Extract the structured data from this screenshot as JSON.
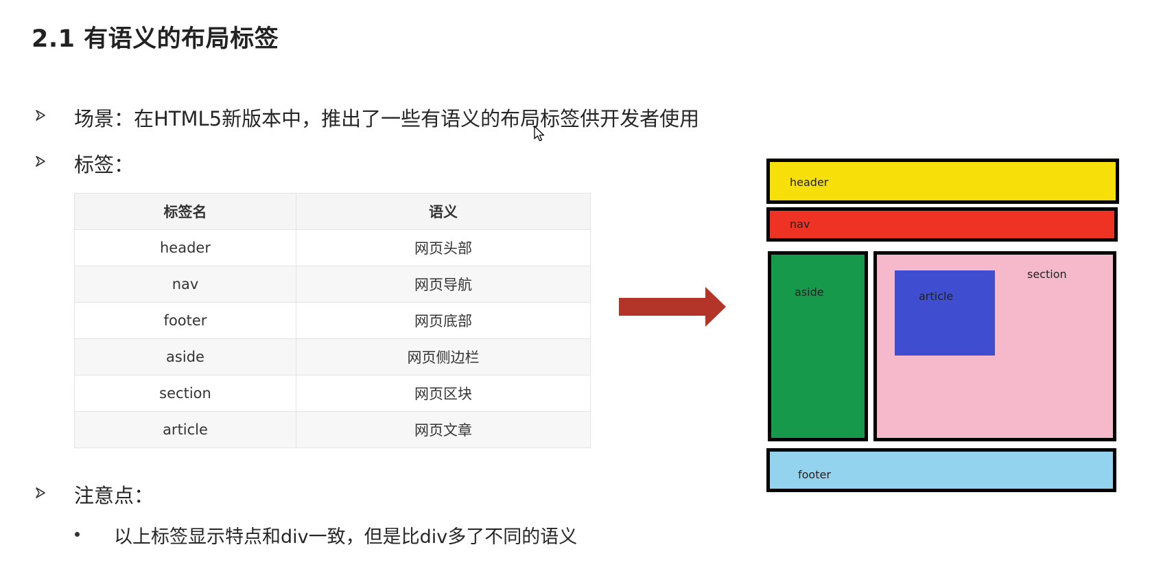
{
  "title": "2.1 有语义的布局标签",
  "bullets": {
    "scene": "场景：在HTML5新版本中，推出了一些有语义的布局标签供开发者使用",
    "tags": "标签：",
    "notes": "注意点：",
    "note_item": "以上标签显示特点和div一致，但是比div多了不同的语义"
  },
  "table": {
    "headers": [
      "标签名",
      "语义"
    ],
    "rows": [
      [
        "header",
        "网页头部"
      ],
      [
        "nav",
        "网页导航"
      ],
      [
        "footer",
        "网页底部"
      ],
      [
        "aside",
        "网页侧边栏"
      ],
      [
        "section",
        "网页区块"
      ],
      [
        "article",
        "网页文章"
      ]
    ]
  },
  "diagram": {
    "header": "header",
    "nav": "nav",
    "aside": "aside",
    "section": "section",
    "article": "article",
    "footer": "footer"
  },
  "colors": {
    "header": "#f7e00a",
    "nav": "#ee3224",
    "aside": "#16994a",
    "section": "#f6b8cb",
    "article": "#3f4ed1",
    "footer": "#94d3ee",
    "arrow": "#b33429"
  },
  "icons": {
    "bullet": "arrowhead-bullet-icon",
    "arrow": "right-arrow-icon",
    "cursor": "mouse-cursor-icon"
  }
}
